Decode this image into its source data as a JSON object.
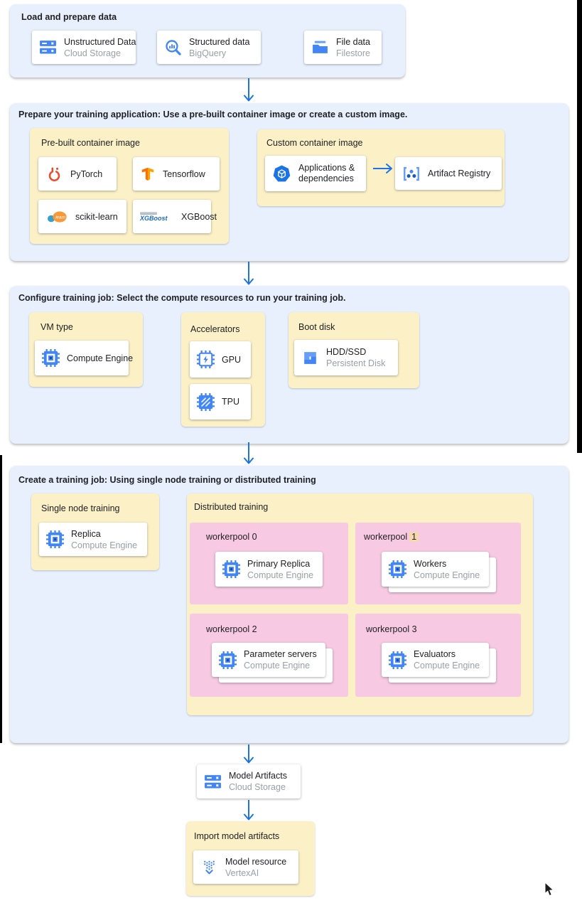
{
  "colors": {
    "section_bg": "#e8f0fe",
    "group_bg": "#fcf0c7",
    "workerpool_bg": "#f7c9e3",
    "arrow": "#1a73e8",
    "number_highlight": "#f5d8ae",
    "text_primary": "#202124",
    "text_secondary": "#9aa0a6"
  },
  "load_section": {
    "title": "Load and prepare data",
    "cards": [
      {
        "title": "Unstructured Data",
        "subtitle": "Cloud Storage",
        "icon": "cloud-storage-icon"
      },
      {
        "title": "Structured data",
        "subtitle": "BigQuery",
        "icon": "bigquery-icon"
      },
      {
        "title": "File data",
        "subtitle": "Filestore",
        "icon": "filestore-icon"
      }
    ]
  },
  "prepare_section": {
    "title": "Prepare your training application: Use a pre-built container image or create a custom image.",
    "prebuilt": {
      "title": "Pre-built container image",
      "cards": [
        {
          "title": "PyTorch",
          "icon": "pytorch-icon"
        },
        {
          "title": "Tensorflow",
          "icon": "tensorflow-icon"
        },
        {
          "title": "scikit-learn",
          "icon": "scikit-learn-icon"
        },
        {
          "title": "XGBoost",
          "icon": "xgboost-icon"
        }
      ]
    },
    "custom": {
      "title": "Custom container image",
      "cards": [
        {
          "title": "Applications & dependencies",
          "icon": "applications-icon"
        },
        {
          "title": "Artifact Registry",
          "icon": "artifact-registry-icon"
        }
      ]
    }
  },
  "configure_section": {
    "title": "Configure training job: Select the compute resources to run your training job.",
    "vm_type": {
      "title": "VM type",
      "card": {
        "title": "Compute Engine",
        "icon": "compute-engine-icon"
      }
    },
    "accelerators": {
      "title": "Accelerators",
      "cards": [
        {
          "title": "GPU",
          "icon": "gpu-icon"
        },
        {
          "title": "TPU",
          "icon": "tpu-icon"
        }
      ]
    },
    "boot_disk": {
      "title": "Boot disk",
      "card": {
        "title": "HDD/SSD",
        "subtitle": "Persistent Disk",
        "icon": "persistent-disk-icon"
      }
    }
  },
  "training_section": {
    "title": "Create a training job: Using single node training or distributed training",
    "single_node": {
      "title": "Single node training",
      "card": {
        "title": "Replica",
        "subtitle": "Compute Engine",
        "icon": "compute-engine-icon"
      }
    },
    "distributed": {
      "title": "Distributed training",
      "workerpools": [
        {
          "label": "workerpool 0",
          "card": {
            "title": "Primary Replica",
            "subtitle": "Compute Engine",
            "icon": "compute-engine-icon"
          }
        },
        {
          "label": "workerpool",
          "num": "1",
          "card": {
            "title": "Workers",
            "subtitle": "Compute Engine",
            "icon": "compute-engine-icon"
          }
        },
        {
          "label": "workerpool 2",
          "card": {
            "title": "Parameter servers",
            "subtitle": "Compute Engine",
            "icon": "compute-engine-icon"
          }
        },
        {
          "label": "workerpool 3",
          "card": {
            "title": "Evaluators",
            "subtitle": "Compute Engine",
            "icon": "compute-engine-icon"
          }
        }
      ]
    }
  },
  "model_artifacts_card": {
    "title": "Model Artifacts",
    "subtitle": "Cloud Storage",
    "icon": "cloud-storage-icon"
  },
  "import_section": {
    "title": "Import model artifacts",
    "card": {
      "title": "Model resource",
      "subtitle": "VertexAI",
      "icon": "vertex-ai-icon"
    }
  },
  "logos": {
    "xgboost_text": "XGBoost",
    "scikit_text": "learn"
  }
}
